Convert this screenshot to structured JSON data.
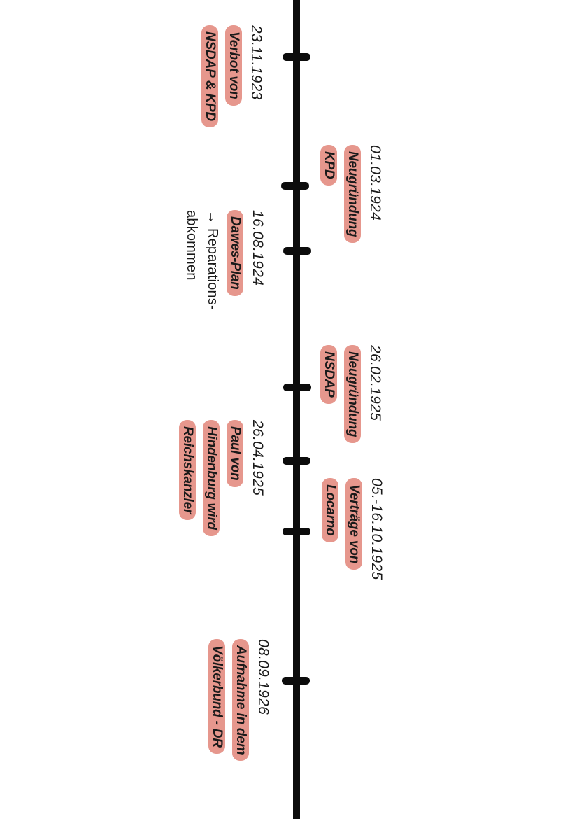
{
  "timeline": {
    "events": [
      {
        "date": "23.11.1923",
        "lines": [
          "Verbot von",
          "NSDAP & KPD"
        ],
        "note": []
      },
      {
        "date": "01.03.1924",
        "lines": [
          "Neugründung",
          "KPD"
        ],
        "note": []
      },
      {
        "date": "16.08.1924",
        "lines": [
          "Dawes-Plan"
        ],
        "note": [
          "→ Reparations-",
          "abkommen"
        ]
      },
      {
        "date": "26.02.1925",
        "lines": [
          "Neugründung",
          "NSDAP"
        ],
        "note": []
      },
      {
        "date": "26.04.1925",
        "lines": [
          "Paul von",
          "Hindenburg wird",
          "Reichskanzler"
        ],
        "note": []
      },
      {
        "date": "05.-16.10.1925",
        "lines": [
          "Verträge von",
          "Locarno"
        ],
        "note": []
      },
      {
        "date": "08.09.1926",
        "lines": [
          "Aufnahme in dem",
          "Völkerbund - DR"
        ],
        "note": []
      }
    ]
  },
  "colors": {
    "axis": "#0c0c0c",
    "highlight": "#e6978d",
    "text": "#1a1a1a",
    "background": "#ffffff"
  }
}
